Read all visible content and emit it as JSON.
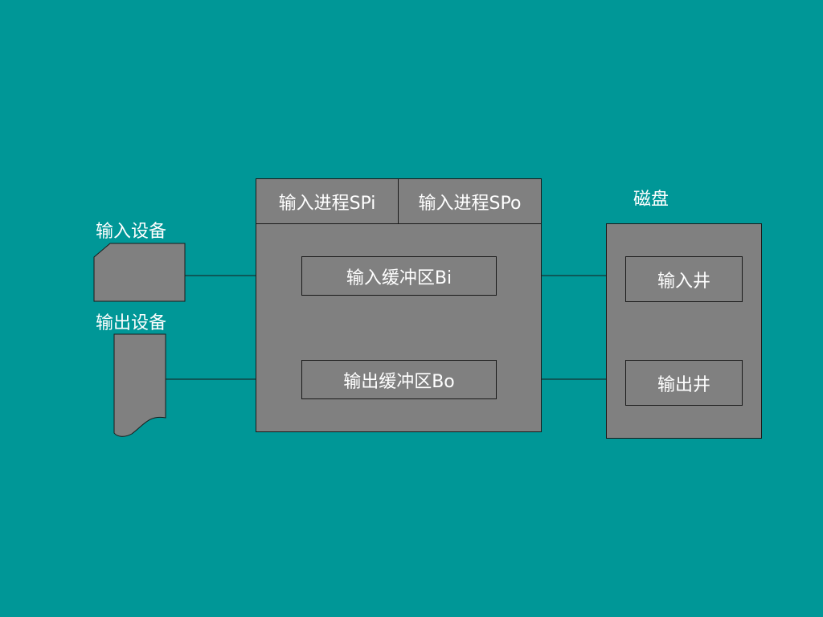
{
  "colors": {
    "background": "#009797",
    "box_fill": "#808080",
    "stroke": "#1a1a1a",
    "text": "#ffffff"
  },
  "labels": {
    "input_device": "输入设备",
    "output_device": "输出设备",
    "disk": "磁盘"
  },
  "memory": {
    "process_in": "输入进程SPi",
    "process_out": "输入进程SPo",
    "buffer_in": "输入缓冲区Bi",
    "buffer_out": "输出缓冲区Bo"
  },
  "disk": {
    "well_in": "输入井",
    "well_out": "输出井"
  }
}
